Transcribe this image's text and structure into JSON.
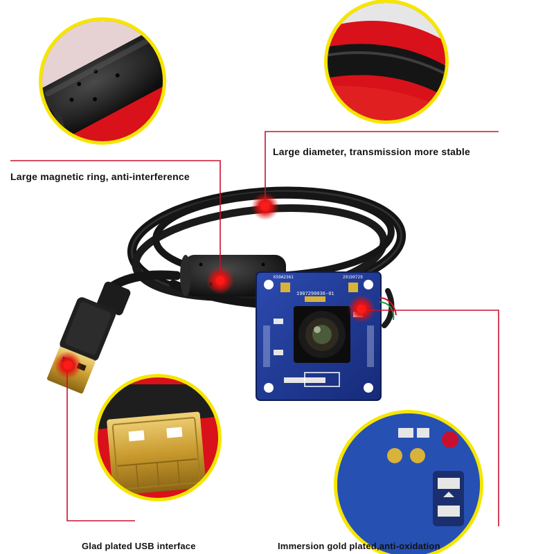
{
  "callouts": {
    "magnetic_ring": "Large magnetic ring, anti-interference",
    "diameter": "Large diameter, transmission more stable",
    "usb": "Glad plated USB  interface",
    "gold": "Immersion gold plated,anti-oxidation"
  },
  "board": {
    "top_text_1": "KS9A2361",
    "top_text_2": "20190729",
    "serial": "1907290036-01"
  },
  "colors": {
    "accent_red": "#c8102e",
    "ring_yellow": "#f5e600",
    "board_blue": "#1f3a8f",
    "cable_black": "#1a1a1a",
    "gold": "#d9b23a"
  }
}
